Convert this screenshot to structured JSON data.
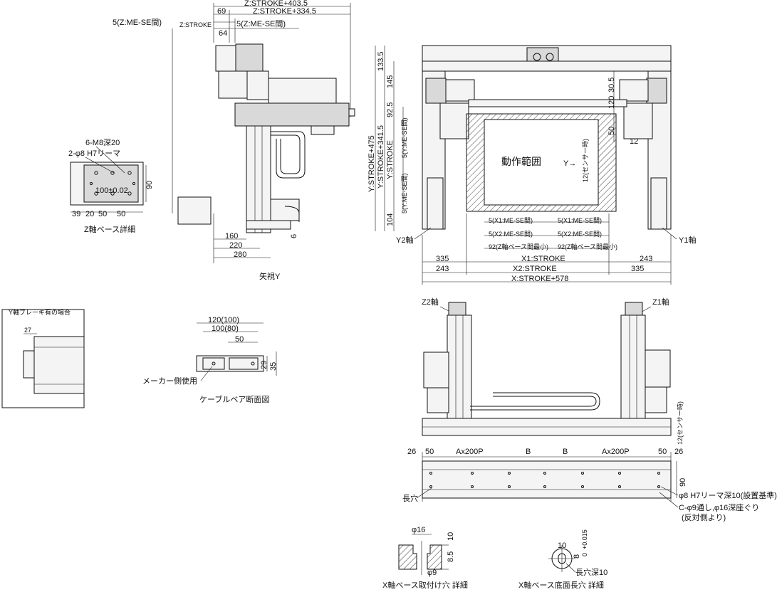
{
  "top_dims": {
    "z_stroke_403": "Z:STROKE+403.5",
    "z_stroke_334": "Z:STROKE+334.5",
    "d69": "69",
    "z_stroke": "Z:STROKE",
    "d5_zme": "5(Z:ME-SE間)",
    "d5_zme_b": "5(Z:ME-SE間)",
    "d64": "64"
  },
  "side_bottom": {
    "d160": "160",
    "d220": "220",
    "d280": "280",
    "d6": "6",
    "view_label": "矢視Y"
  },
  "zbase": {
    "m8": "6-M8深20",
    "phi8": "2-φ8 H7リーマ",
    "d100": "100±0.02",
    "d90": "90",
    "d39": "39",
    "d20": "20",
    "d50a": "50",
    "d50b": "50",
    "title": "Z軸ベース詳細"
  },
  "front": {
    "v1335": "133.5",
    "v145": "145",
    "v925": "92.5",
    "v104": "104",
    "y475": "Y:STROKE+475",
    "y3415": "Y:STROKE+341.5",
    "ystroke": "Y:STROKE",
    "y5me": "5(Y:ME-SE間)",
    "y5me_b": "5(Y:ME-SE間)",
    "r305": "30.5",
    "r120": "120",
    "r50": "50",
    "r12": "12",
    "sensor12": "12(センサー時)",
    "range": "動作範囲",
    "yarrow": "Y→",
    "x1me_l": "5(X1:ME-SE間)",
    "x1me_r": "5(X1:ME-SE間)",
    "x2me_l": "5(X2:ME-SE間)",
    "x2me_r": "5(X2:ME-SE間)",
    "z92_l": "92(Z軸ベース間最小)",
    "z92_r": "92(Z軸ベース間最小)",
    "d335_l": "335",
    "d243_r": "243",
    "x1stroke": "X1:STROKE",
    "d243_l": "243",
    "x2stroke": "X2:STROKE",
    "d335_r": "335",
    "xtotal": "X:STROKE+578",
    "y2": "Y2軸",
    "y1": "Y1軸"
  },
  "brake": {
    "title": "Y軸ブレーキ有の場合",
    "d27": "27"
  },
  "cable": {
    "d120": "120(100)",
    "d100": "100(80)",
    "d50": "50",
    "d29": "29",
    "d35": "35",
    "maker": "メーカー側使用",
    "title": "ケーブルベア断面図"
  },
  "elev": {
    "z2": "Z2軸",
    "z1": "Z1軸",
    "sensor12": "12(センサー時)"
  },
  "xbase": {
    "d26l": "26",
    "d50l": "50",
    "ax200l": "Ax200P",
    "b1": "B",
    "b2": "B",
    "ax200r": "Ax200P",
    "d50r": "50",
    "d26r": "26",
    "d90": "90",
    "slot": "長穴",
    "phi8": "φ8 H7リーマ深10(設置基準)",
    "cphi9": "C-φ9通し,φ16深座ぐり",
    "opposite": "(反対側より)"
  },
  "detail1": {
    "phi16": "φ16",
    "d10": "10",
    "phi9": "φ9",
    "d85": "8.5",
    "title": "X軸ベース取付け穴 詳細"
  },
  "detail2": {
    "d10": "10",
    "d8": "8",
    "tol": "+0.015",
    "tol0": "0",
    "slot": "長穴深10",
    "title": "X軸ベース底面長穴 詳細"
  }
}
